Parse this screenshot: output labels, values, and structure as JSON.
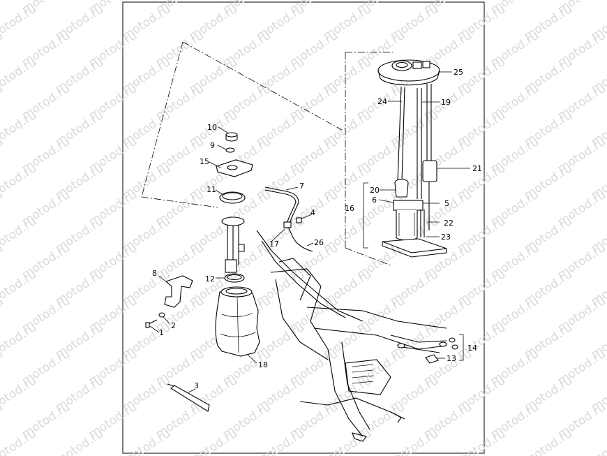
{
  "watermark": {
    "text": "motod.ru"
  },
  "callouts": [
    {
      "id": "1",
      "label": "1"
    },
    {
      "id": "2",
      "label": "2"
    },
    {
      "id": "3",
      "label": "3"
    },
    {
      "id": "4",
      "label": "4"
    },
    {
      "id": "5",
      "label": "5"
    },
    {
      "id": "6",
      "label": "6"
    },
    {
      "id": "7",
      "label": "7"
    },
    {
      "id": "8",
      "label": "8"
    },
    {
      "id": "9",
      "label": "9"
    },
    {
      "id": "10",
      "label": "10"
    },
    {
      "id": "11",
      "label": "11"
    },
    {
      "id": "12",
      "label": "12"
    },
    {
      "id": "13",
      "label": "13"
    },
    {
      "id": "14",
      "label": "14"
    },
    {
      "id": "15",
      "label": "15"
    },
    {
      "id": "16",
      "label": "16"
    },
    {
      "id": "17",
      "label": "17"
    },
    {
      "id": "18",
      "label": "18"
    },
    {
      "id": "19",
      "label": "19"
    },
    {
      "id": "20",
      "label": "20"
    },
    {
      "id": "21",
      "label": "21"
    },
    {
      "id": "22",
      "label": "22"
    },
    {
      "id": "23",
      "label": "23"
    },
    {
      "id": "24",
      "label": "24"
    },
    {
      "id": "25",
      "label": "25"
    },
    {
      "id": "26",
      "label": "26"
    }
  ]
}
